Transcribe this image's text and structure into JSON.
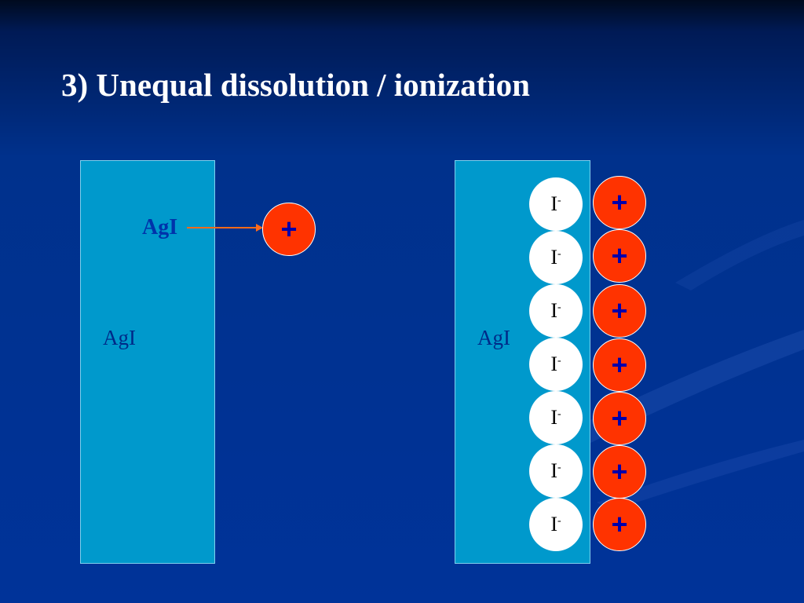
{
  "title": "3) Unequal dissolution / ionization",
  "left_panel": {
    "block_label": "AgI",
    "surface_label": "AgI",
    "cation_symbol": "+"
  },
  "right_panel": {
    "block_label": "AgI",
    "anions": [
      {
        "base": "I",
        "charge": "-"
      },
      {
        "base": "I",
        "charge": "-"
      },
      {
        "base": "I",
        "charge": "-"
      },
      {
        "base": "I",
        "charge": "-"
      },
      {
        "base": "I",
        "charge": "-"
      },
      {
        "base": "I",
        "charge": "-"
      },
      {
        "base": "I",
        "charge": "-"
      }
    ],
    "cations": [
      "+",
      "+",
      "+",
      "+",
      "+",
      "+",
      "+"
    ]
  },
  "colors": {
    "background": "#003399",
    "block": "#0099cc",
    "cation": "#ff3300",
    "anion": "#ffffff",
    "arrow": "#ff6a1a"
  }
}
